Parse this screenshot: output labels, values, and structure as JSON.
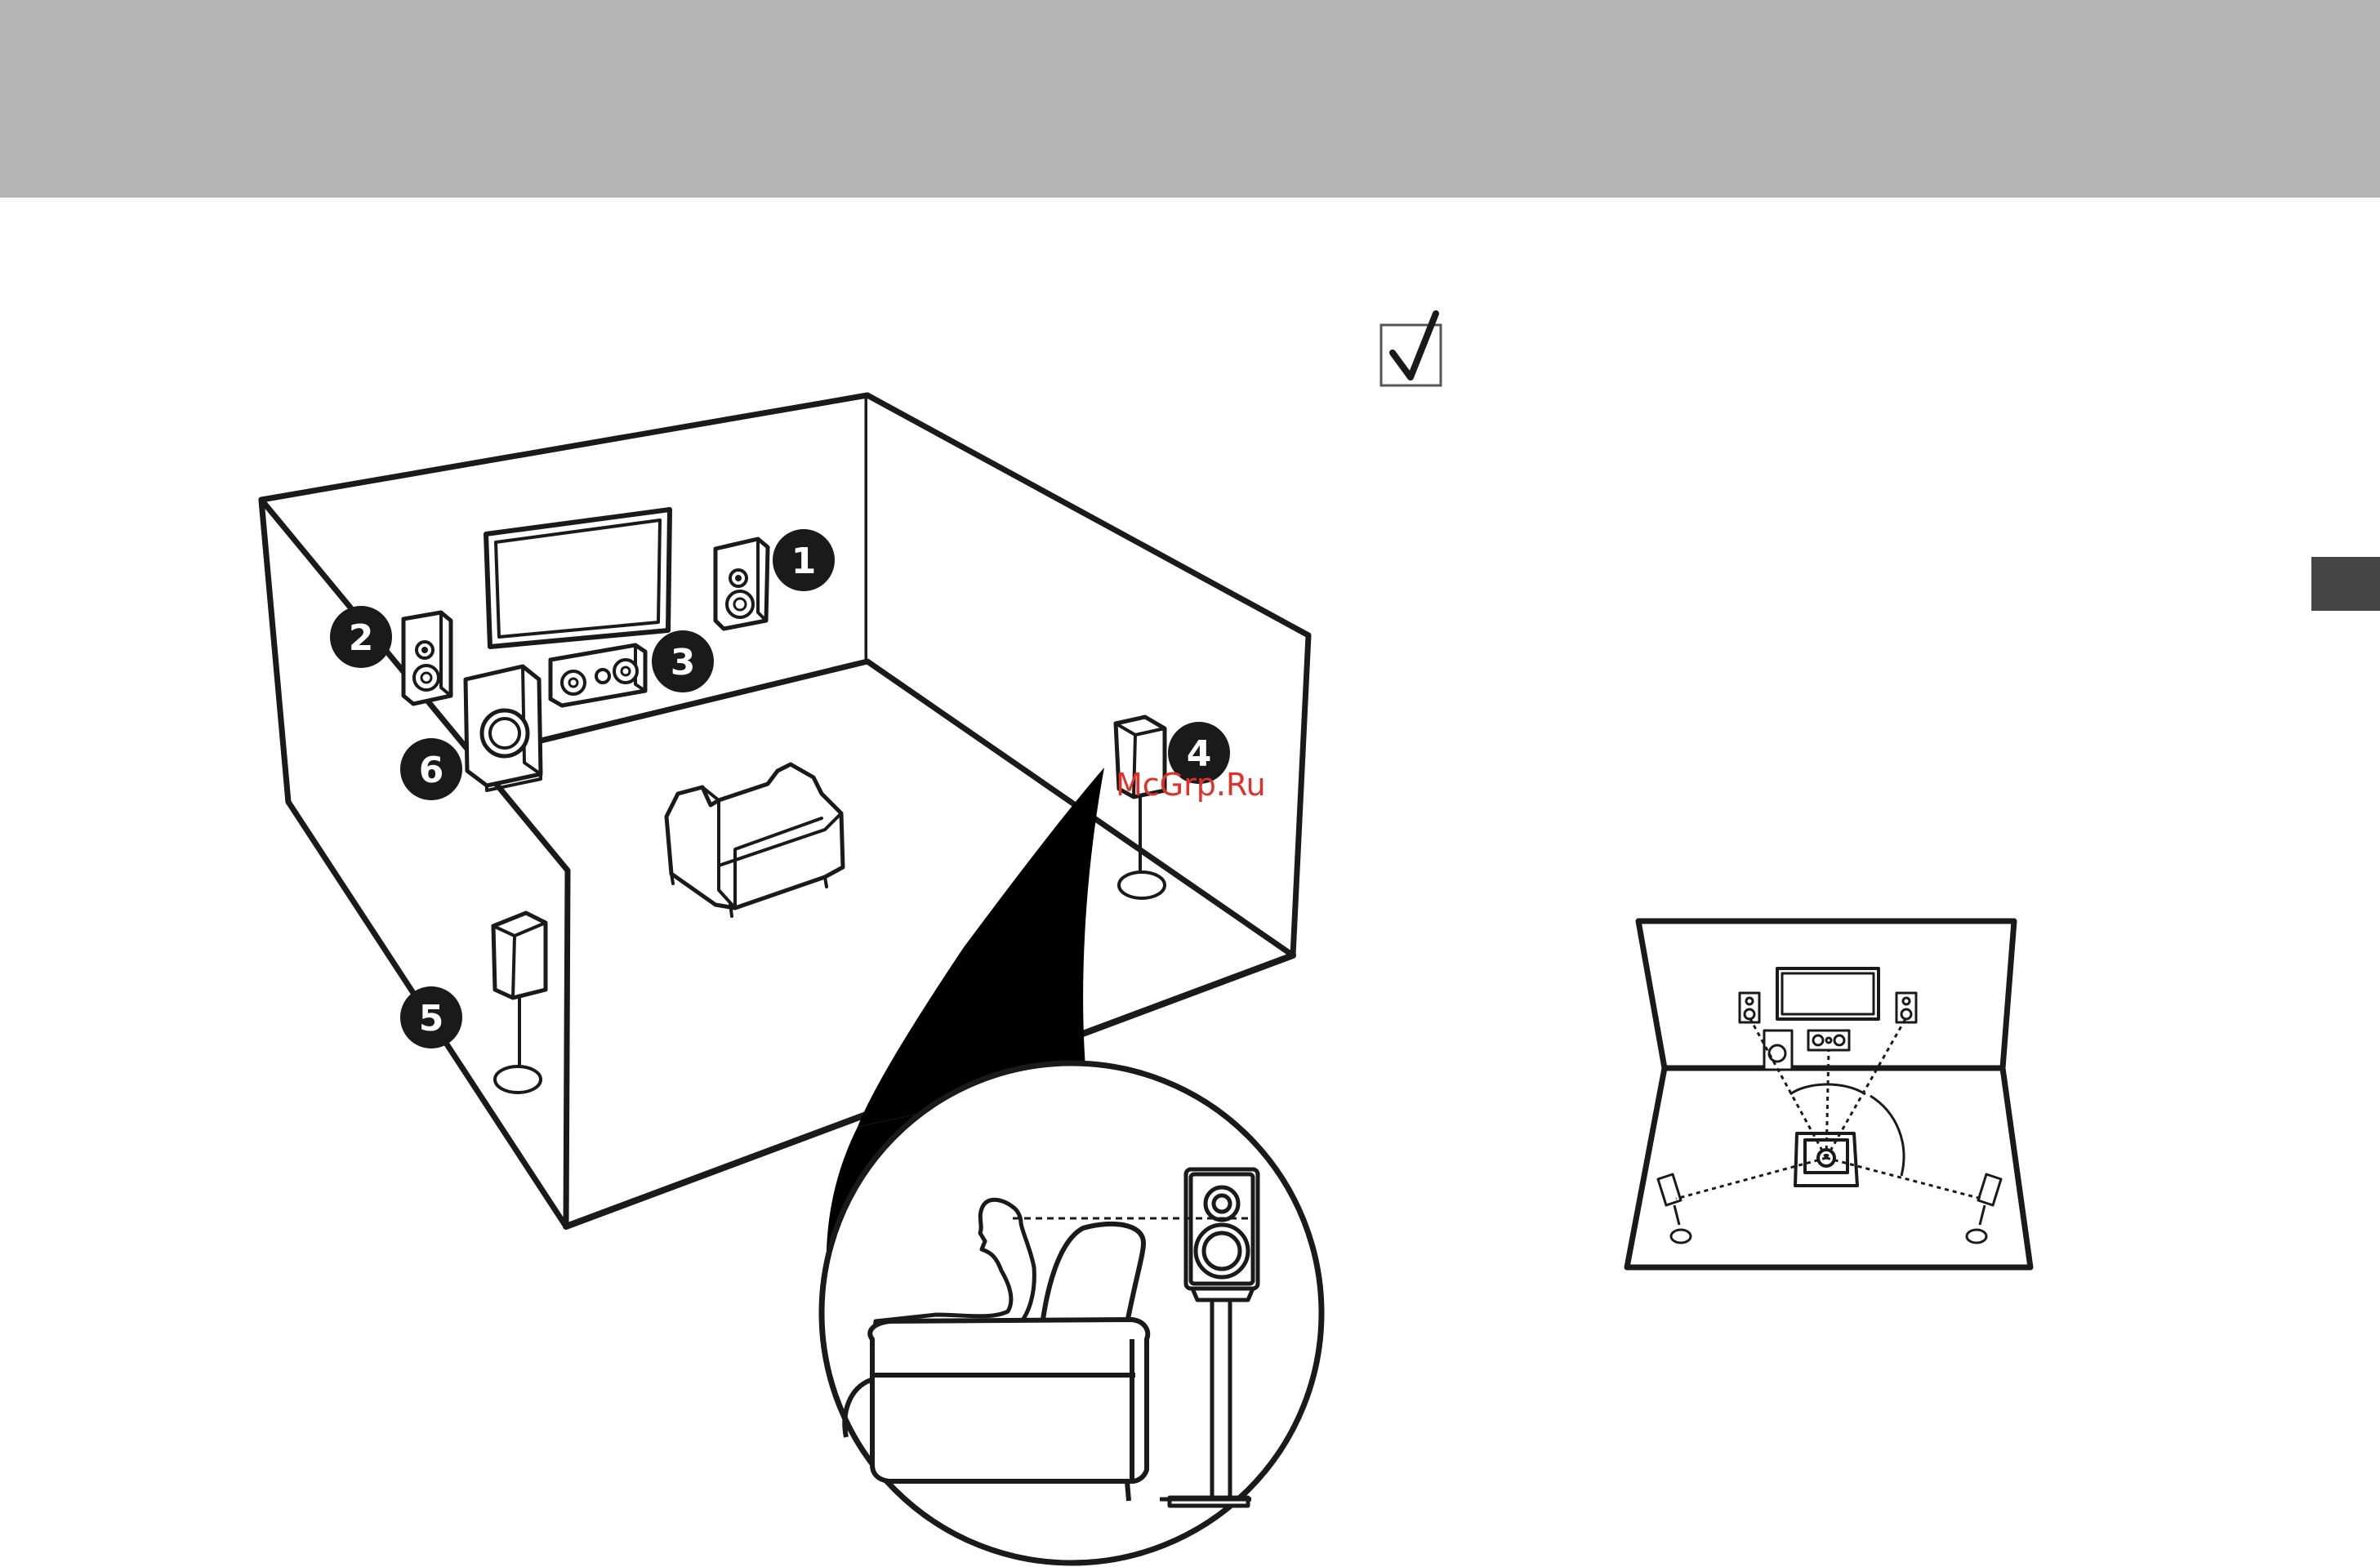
{
  "colors": {
    "header_band": "#b4b4b4",
    "side_tab": "#454545",
    "ink": "#1a1a1a",
    "watermark": "#e0302a"
  },
  "badges": [
    "1",
    "2",
    "3",
    "4",
    "5",
    "6"
  ],
  "watermark": "McGrp.Ru",
  "icons": {
    "checkbox": "checkmark-icon"
  }
}
